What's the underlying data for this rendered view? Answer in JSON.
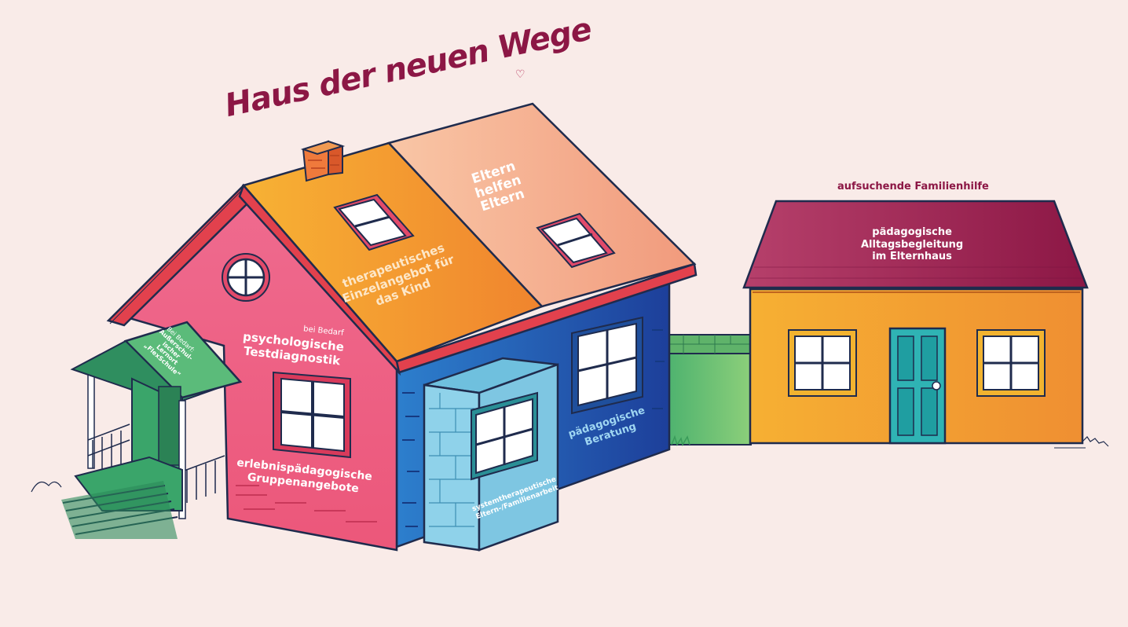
{
  "title": "Haus der neuen Wege",
  "heart_icon": "heart-icon",
  "colors": {
    "background": "#f9ebe8",
    "title": "#8c1745",
    "outline": "#1f2b4d",
    "pink_wall": "#ee5f83",
    "orange_roof": "#f39a3a",
    "peach_roof": "#f4b69a",
    "blue_wall": "#2362b8",
    "light_blue_box": "#7fc8e0",
    "green_porch": "#3aa56a",
    "second_house_wall": "#f3a838",
    "second_house_roof": "#a6285c"
  },
  "main_house": {
    "roof_left": [
      "therapeutisches",
      "Einzelangebot für",
      "das Kind"
    ],
    "roof_right": [
      "Eltern",
      "helfen",
      "Eltern"
    ],
    "front_small": "bei Bedarf",
    "front_main": [
      "psychologische",
      "Testdiagnostik"
    ],
    "front_bottom": [
      "erlebnispädagogische",
      "Gruppenangebote"
    ],
    "side_wall": [
      "pädagogische",
      "Beratung"
    ],
    "box": [
      "systemtherapeutische",
      "Eltern-/Familienarbeit"
    ]
  },
  "porch": {
    "small": "Bei Bedarf:",
    "main": [
      "Außerschul-",
      "ischer",
      "Lernort",
      "„FlexSchule“"
    ]
  },
  "second_house": {
    "top_label": "aufsuchende Familienhilfe",
    "roof": [
      "pädagogische",
      "Alltagsbegleitung",
      "im Elternhaus"
    ]
  }
}
